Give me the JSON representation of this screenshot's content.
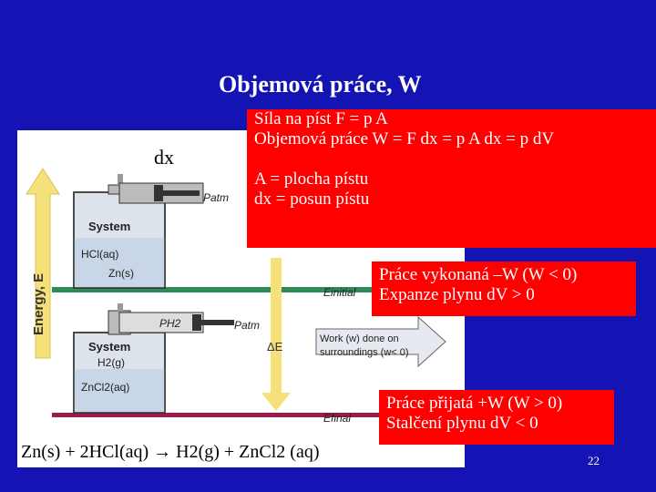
{
  "slide": {
    "title": "Objemová práce, W",
    "page_number": "22"
  },
  "figure": {
    "dx_label": "dx",
    "energy_axis": "Energy, E",
    "system1": {
      "label": "System",
      "hcl": "HCl(aq)",
      "zn": "Zn(s)"
    },
    "system2": {
      "label": "System",
      "h2": "H2(g)",
      "zncl2": "ZnCl2(aq)"
    },
    "patm": "Patm",
    "ph2": "PH2",
    "e_initial": "Einitial",
    "e_final": "Efinal",
    "delta_e": "ΔE",
    "work_line1": "Work (w) done on",
    "work_line2": "surroundings (w< 0)",
    "equation": "Zn(s) + 2HCl(aq) → H2(g) + ZnCl2 (aq)"
  },
  "box1": {
    "line1": "Síla na píst F = p A",
    "line2": "Objemová práce W = F dx = p A dx = p dV",
    "line3": "A = plocha pístu",
    "line4": "dx = posun pístu"
  },
  "box2": {
    "line1": "Práce vykonaná –W (W < 0)",
    "line2": "Expanze plynu dV > 0"
  },
  "box3": {
    "line1": "Práce přijatá +W (W > 0)",
    "line2": "Stalčení plynu dV < 0"
  },
  "colors": {
    "background": "#1414b4",
    "red_box": "#ff0000",
    "initial_line": "#2e8b57",
    "final_line": "#9b1b4a",
    "arrow": "#f5e07a",
    "flask_liquid": "#c9d6e8"
  }
}
